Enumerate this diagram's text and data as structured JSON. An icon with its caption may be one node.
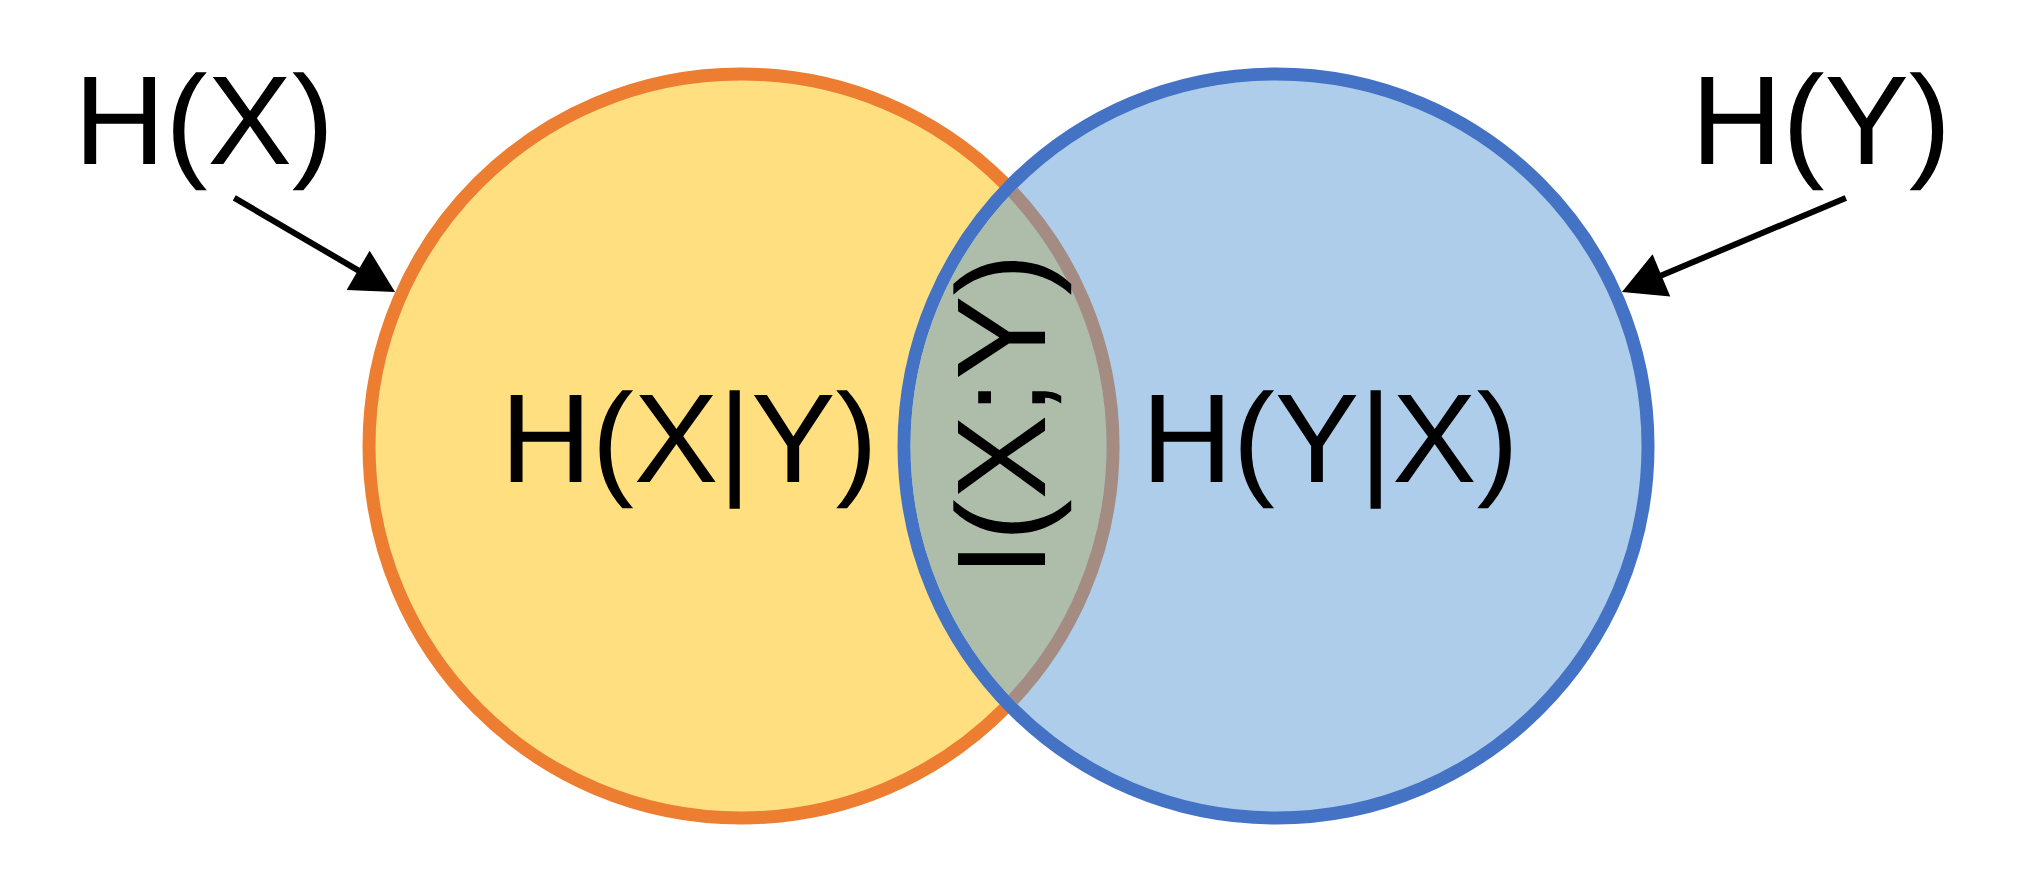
{
  "diagram": {
    "nodes": [
      {
        "text": [
          "H(X)"
        ]
      },
      {
        "text": [
          "H(Y)"
        ]
      },
      {
        "text": [
          "H(X|Y)"
        ]
      },
      {
        "text": [
          "H(Y|X)"
        ]
      }
    ],
    "edges": [
      {
        "from": 0,
        "to": 2,
        "arrow": "to"
      },
      {
        "from": 1,
        "to": 3,
        "arrow": "to"
      }
    ],
    "labels": [
      "I(X;Y)"
    ]
  }
}
